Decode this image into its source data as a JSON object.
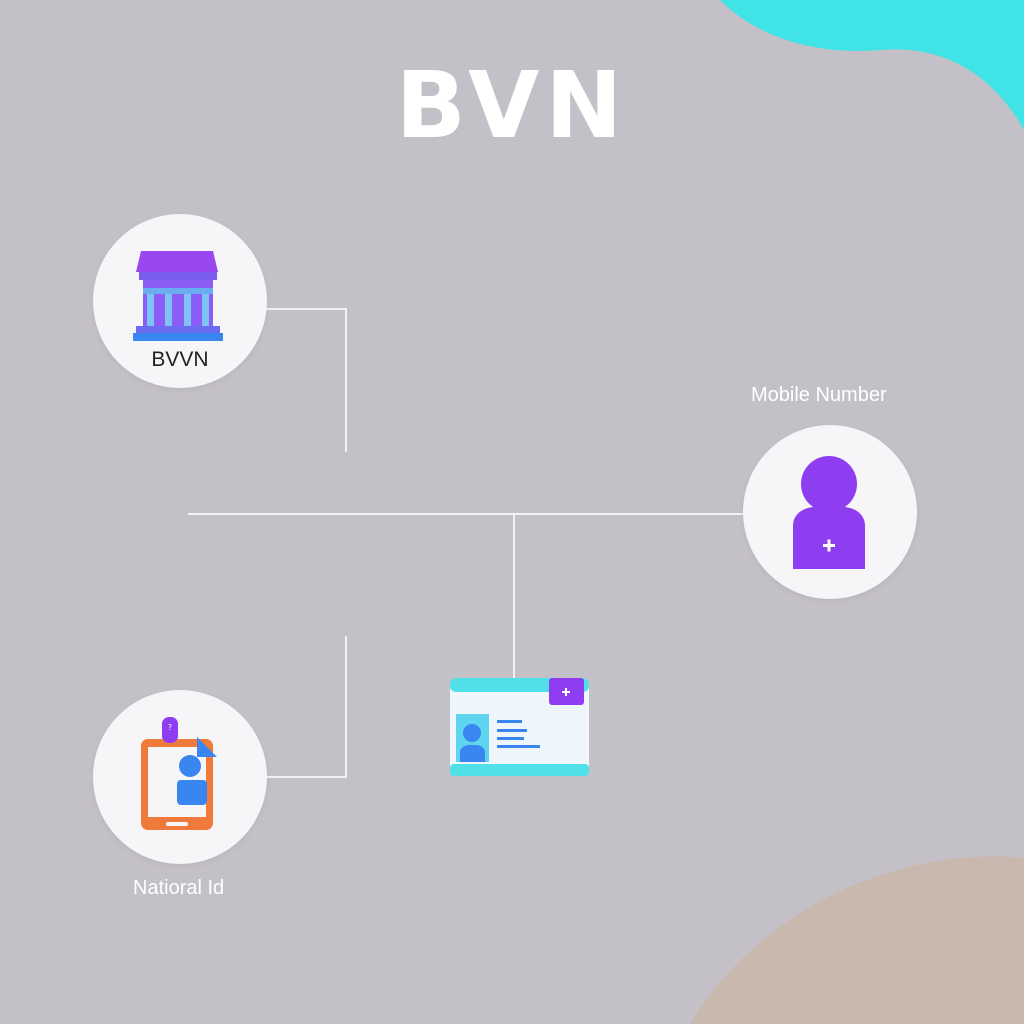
{
  "diagram": {
    "title": "BVN",
    "nodes": {
      "bvn": {
        "label": "BVVN",
        "icon": "bank-building-icon"
      },
      "mobile": {
        "label": "Mobile Number",
        "icon": "user-plus-icon"
      },
      "national": {
        "label": "Natioral Id",
        "icon": "id-tablet-icon"
      },
      "card": {
        "icon": "id-card-icon"
      }
    },
    "colors": {
      "background": "#c4c0c7",
      "accent_cyan": "#40e3e6",
      "accent_sand": "#c9b8ad",
      "purple": "#8e3df0",
      "blue": "#3a86f0",
      "orange": "#f07a3c",
      "line": "#f2f2f2"
    }
  }
}
